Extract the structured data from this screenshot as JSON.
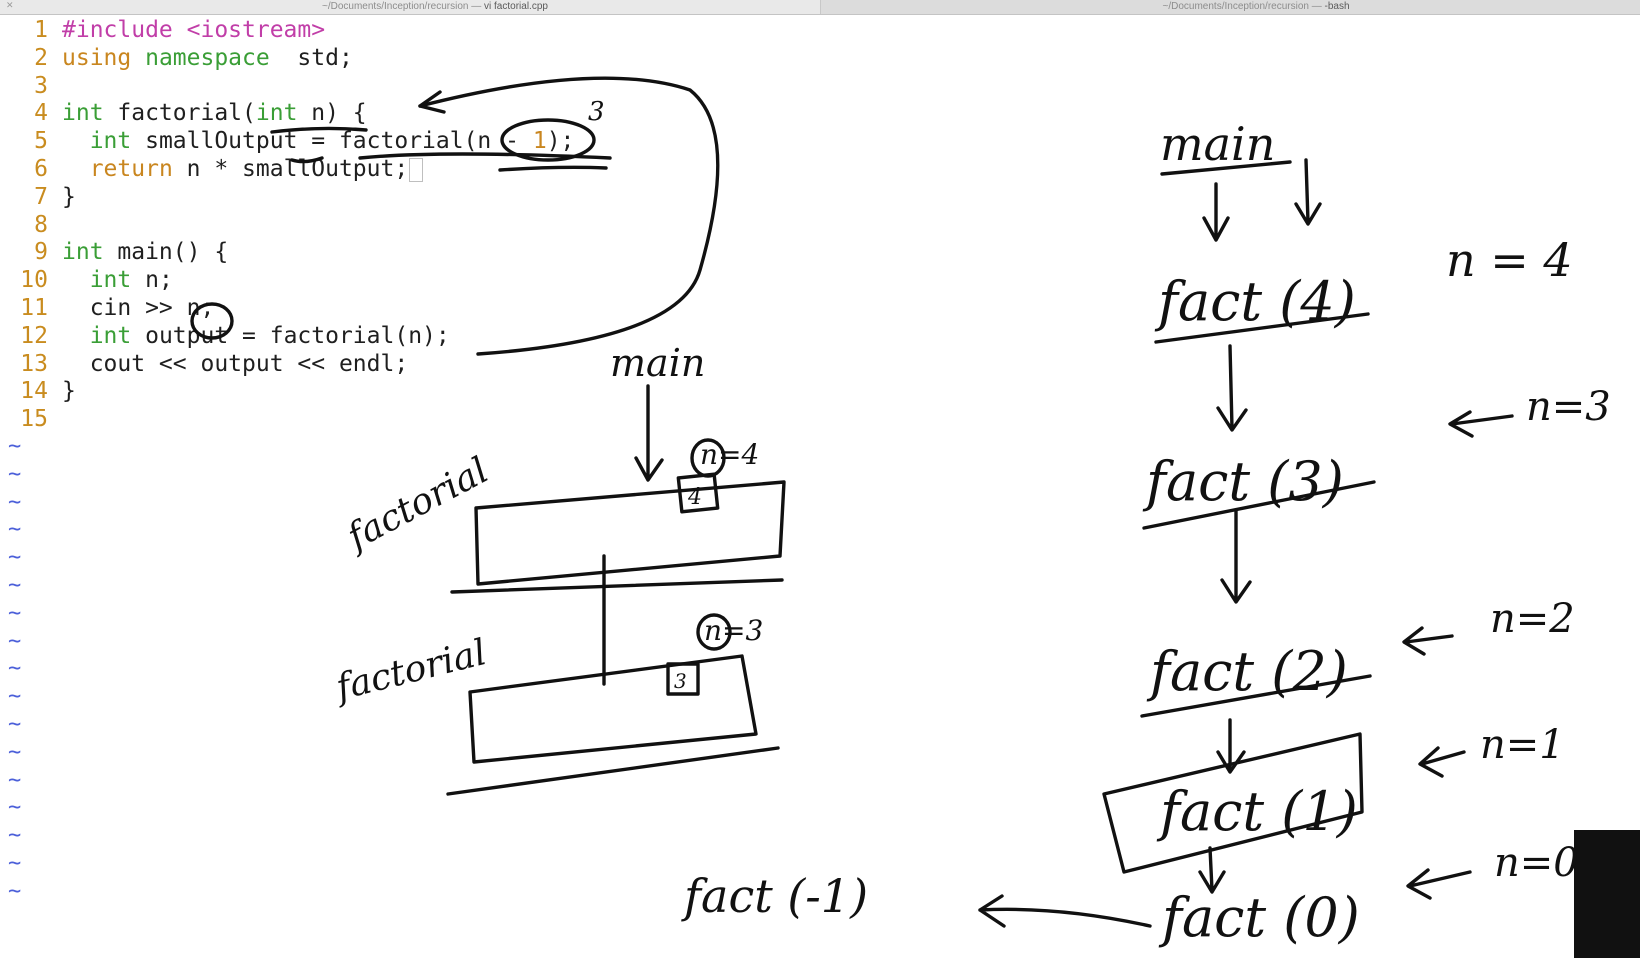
{
  "tabs": [
    {
      "path": "~/Documents/Inception/recursion — ",
      "cmd": "vi factorial.cpp",
      "active": true
    },
    {
      "path": "~/Documents/Inception/recursion — ",
      "cmd": "-bash",
      "active": false
    }
  ],
  "editor": {
    "lines": [
      {
        "n": "1",
        "parts": [
          [
            "pre",
            "#include <iostream>"
          ]
        ]
      },
      {
        "n": "2",
        "parts": [
          [
            "kw-ctrl",
            "using "
          ],
          [
            "kw-type",
            "namespace"
          ],
          [
            "",
            "  std;"
          ]
        ]
      },
      {
        "n": "3",
        "parts": []
      },
      {
        "n": "4",
        "parts": [
          [
            "kw-type",
            "int"
          ],
          [
            "",
            " factorial("
          ],
          [
            "kw-type",
            "int"
          ],
          [
            "",
            " n) {"
          ]
        ]
      },
      {
        "n": "5",
        "parts": [
          [
            "",
            "  "
          ],
          [
            "kw-type",
            "int"
          ],
          [
            "",
            " smallOutput = factorial(n - "
          ],
          [
            "kw-ctrl",
            "1"
          ],
          [
            "",
            ");"
          ]
        ]
      },
      {
        "n": "6",
        "parts": [
          [
            "",
            "  "
          ],
          [
            "kw-ctrl",
            "return"
          ],
          [
            "",
            " n * smallOutput;"
          ]
        ],
        "cursor": true
      },
      {
        "n": "7",
        "parts": [
          [
            "",
            "}"
          ]
        ]
      },
      {
        "n": "8",
        "parts": []
      },
      {
        "n": "9",
        "parts": [
          [
            "kw-type",
            "int"
          ],
          [
            "",
            " main() {"
          ]
        ]
      },
      {
        "n": "10",
        "parts": [
          [
            "",
            "  "
          ],
          [
            "kw-type",
            "int"
          ],
          [
            "",
            " n;"
          ]
        ]
      },
      {
        "n": "11",
        "parts": [
          [
            "",
            "  cin >> n;"
          ]
        ]
      },
      {
        "n": "12",
        "parts": [
          [
            "",
            "  "
          ],
          [
            "kw-type",
            "int"
          ],
          [
            "",
            " output = factorial(n);"
          ]
        ]
      },
      {
        "n": "13",
        "parts": [
          [
            "",
            "  cout << output << endl;"
          ]
        ]
      },
      {
        "n": "14",
        "parts": [
          [
            "",
            "}"
          ]
        ]
      },
      {
        "n": "15",
        "parts": []
      }
    ],
    "tilde_count": 17,
    "tilde_char": "~"
  },
  "annotations": {
    "small_three": "3",
    "mid_main": "main",
    "frame_label_1": "factorial",
    "frame_label_2": "factorial",
    "n_eq_4": "n=4",
    "box_4": "4",
    "n_eq_3_mid": "n=3",
    "box_3": "3",
    "fact_minus1": "fact (-1)",
    "right_main": "main",
    "fact4": "fact (4)",
    "fact3": "fact (3)",
    "fact2": "fact (2)",
    "fact1": "fact (1)",
    "fact0": "fact (0)",
    "n4": "n = 4",
    "n3": "n=3",
    "n2": "n=2",
    "n1": "n=1",
    "n0": "n=0"
  },
  "colors": {
    "type": "#3a9e36",
    "control": "#c9861f",
    "preprocessor": "#c13ea8",
    "line_number": "#c98c1f",
    "tilde": "#4b5fd9",
    "ink": "#111111"
  }
}
